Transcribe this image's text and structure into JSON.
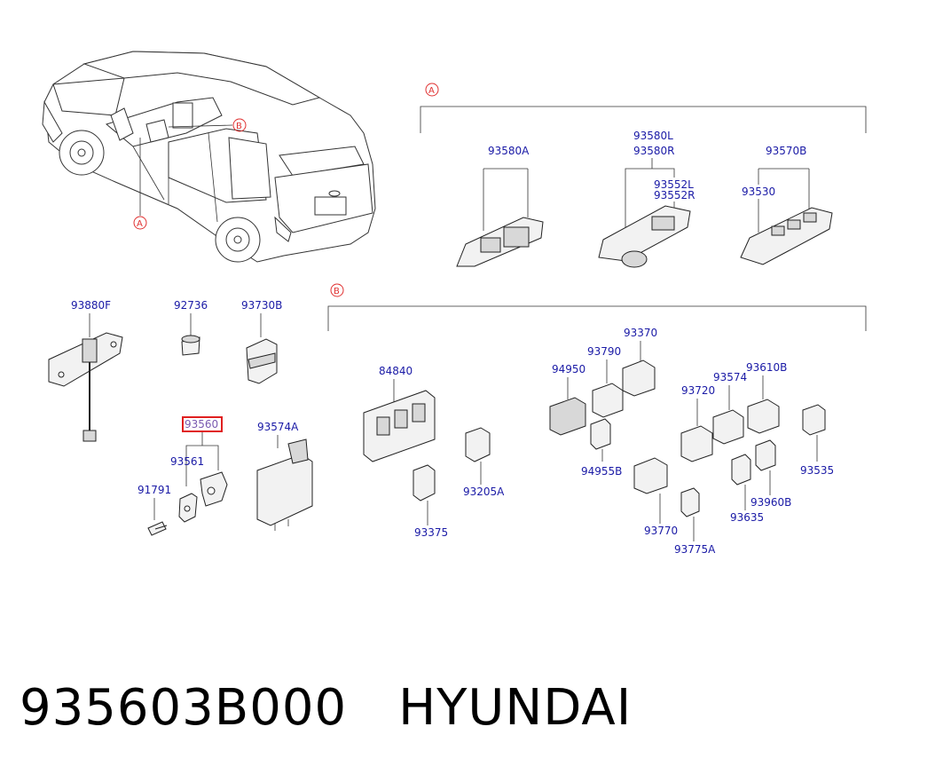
{
  "diagram": {
    "callouts": {
      "ref_a_car": "A",
      "ref_b_car": "B",
      "ref_a_group": "A",
      "ref_b_group": "B"
    },
    "group_a_parts": {
      "p93580A": "93580A",
      "p93580L": "93580L",
      "p93580R": "93580R",
      "p93552L": "93552L",
      "p93552R": "93552R",
      "p93570B": "93570B",
      "p93530": "93530"
    },
    "loose_parts": {
      "p93880F": "93880F",
      "p92736": "92736",
      "p93730B": "93730B",
      "p93560": "93560",
      "p93561": "93561",
      "p91791": "91791",
      "p93574A": "93574A"
    },
    "group_b_parts": {
      "p84840": "84840",
      "p93375": "93375",
      "p93205A": "93205A",
      "p94950": "94950",
      "p93790": "93790",
      "p93370": "93370",
      "p94955B": "94955B",
      "p93720": "93720",
      "p93574": "93574",
      "p93610B": "93610B",
      "p93770": "93770",
      "p93775A": "93775A",
      "p93635": "93635",
      "p93960B": "93960B",
      "p93535": "93535"
    },
    "colors": {
      "part_number": "#1a1aa6",
      "highlight_box": "#e02020",
      "callout_circle": "#e03030"
    }
  },
  "footer": {
    "part_number": "935603B000",
    "brand": "HYUNDAI"
  }
}
